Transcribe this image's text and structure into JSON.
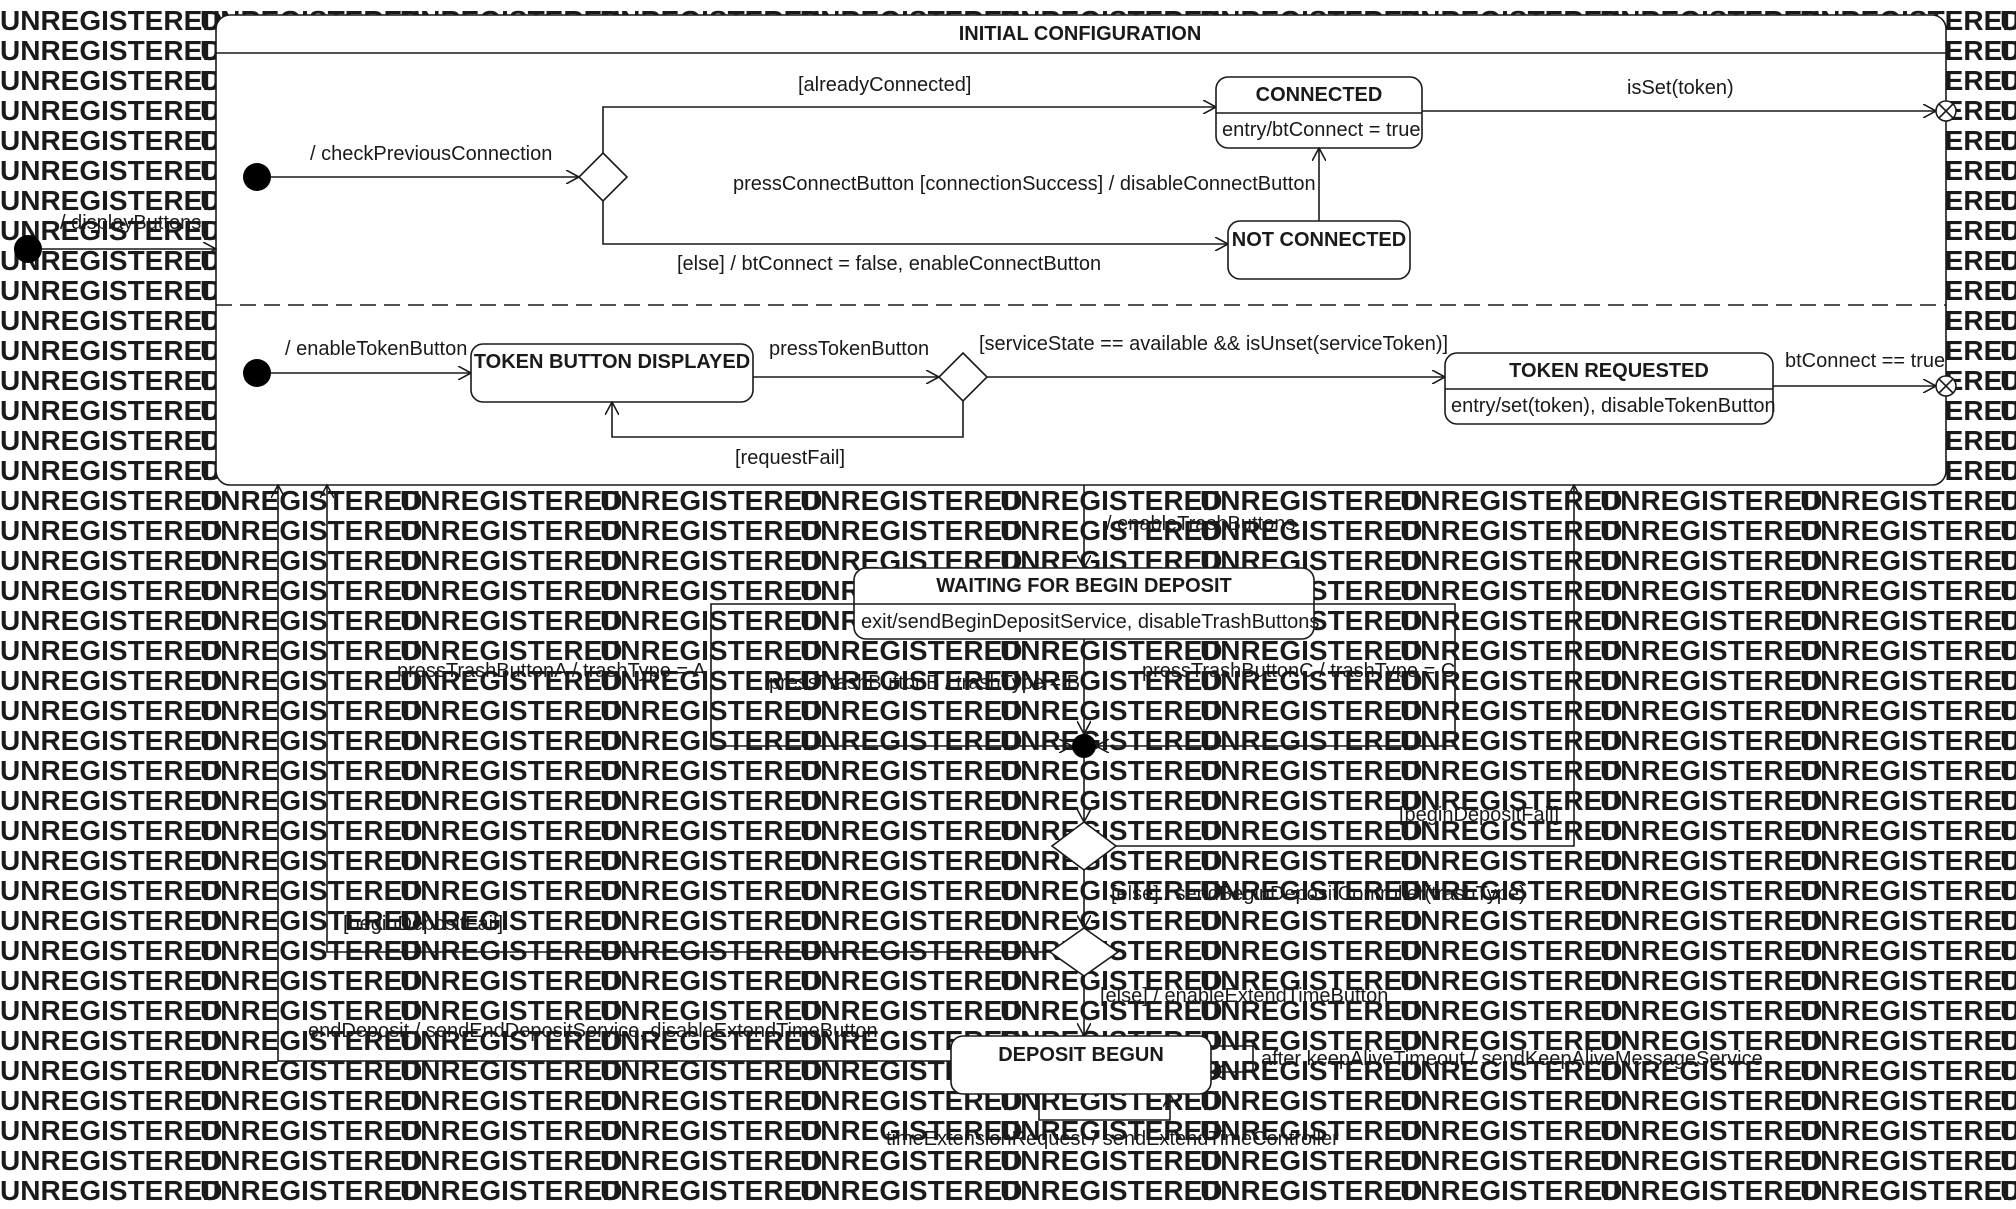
{
  "watermark": "UNREGISTERED",
  "composite": {
    "title": "INITIAL CONFIGURATION"
  },
  "states": {
    "connected": {
      "name": "CONNECTED",
      "action": "entry/btConnect = true"
    },
    "not_connected": {
      "name": "NOT CONNECTED"
    },
    "token_button_displayed": {
      "name": "TOKEN BUTTON DISPLAYED"
    },
    "token_requested": {
      "name": "TOKEN REQUESTED",
      "action": "entry/set(token), disableTokenButton"
    },
    "waiting_for_begin_deposit": {
      "name": "WAITING FOR BEGIN DEPOSIT",
      "action": "exit/sendBeginDepositService, disableTrashButtons"
    },
    "deposit_begun": {
      "name": "DEPOSIT BEGUN"
    }
  },
  "transitions": {
    "display_buttons": "/ displayButtons",
    "check_previous_connection": "/ checkPreviousConnection",
    "already_connected": "[alreadyConnected]",
    "else_bt_connect": "[else] / btConnect = false, enableConnectButton",
    "press_connect_button": "pressConnectButton [connectionSuccess] / disableConnectButton",
    "is_set_token": "isSet(token)",
    "enable_token_button": "/ enableTokenButton",
    "press_token_button": "pressTokenButton",
    "service_state": "[serviceState == available && isUnset(serviceToken)]",
    "request_fail": "[requestFail]",
    "bt_connect_true": "btConnect == true",
    "enable_trash_buttons": "/ enableTrashButtons",
    "press_trash_a": "pressTrashButtonA / trashType = A",
    "press_trash_b": "pressTrashButtonB / trashType = B",
    "press_trash_c": "pressTrashButtonC / trashType = C",
    "begin_deposit_fail_right": "[beginDepositFail]",
    "else_send_begin_deposit": "[else] / sendBeginDepositController(trashType)",
    "begin_deposit_fail_left": "[beginDepositFail]",
    "else_enable_extend": "[else] / enableExtendTimeButton",
    "end_deposit": "endDeposit / sendEndDepositService, disableExtendTimeButton",
    "after_keep_alive": "after keepAliveTimeout / sendKeepAliveMessageService",
    "time_extension_request": "timeExtensionRequest / sendExtendTimeController"
  }
}
